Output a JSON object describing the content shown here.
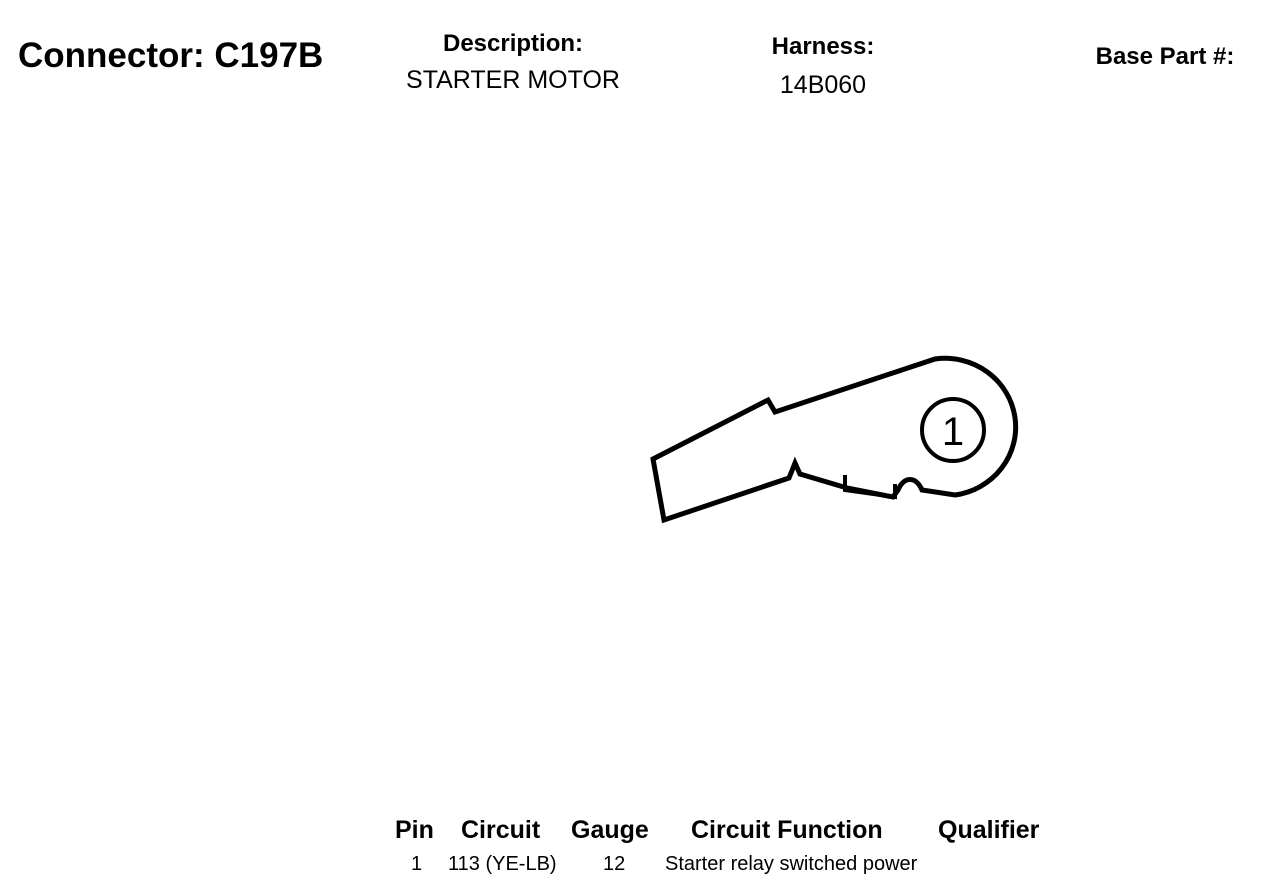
{
  "header": {
    "connector_label": "Connector: C197B",
    "description_label": "Description:",
    "description_value": "STARTER MOTOR",
    "harness_label": "Harness:",
    "harness_value": "14B060",
    "base_part_label": "Base Part #:"
  },
  "diagram": {
    "pin_labels": [
      "1"
    ]
  },
  "table": {
    "columns": [
      "Pin",
      "Circuit",
      "Gauge",
      "Circuit Function",
      "Qualifier"
    ],
    "rows": [
      {
        "pin": "1",
        "circuit": "113 (YE-LB)",
        "gauge": "12",
        "function": "Starter relay switched power",
        "qualifier": ""
      }
    ]
  }
}
